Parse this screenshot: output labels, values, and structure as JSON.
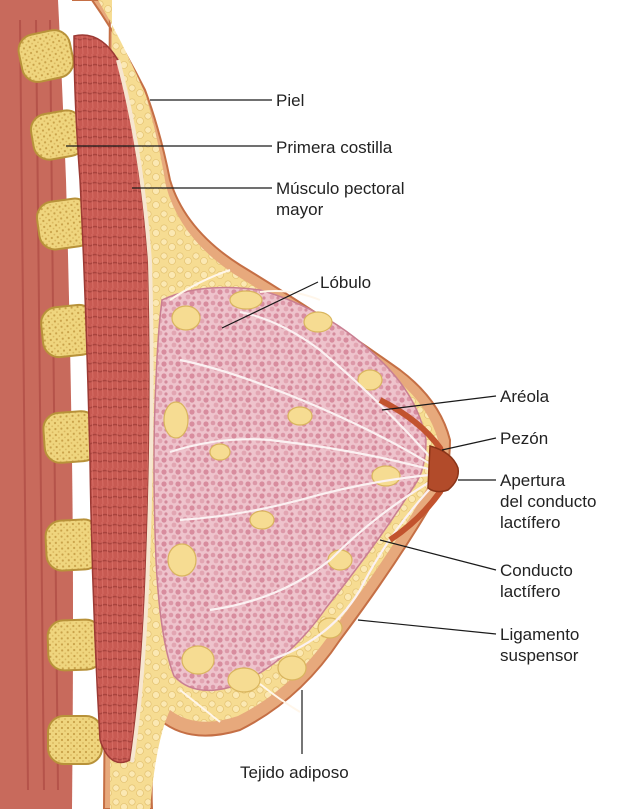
{
  "labels": {
    "piel": "Piel",
    "primera_costilla": "Primera costilla",
    "musculo_pectoral_line1": "Músculo pectoral",
    "musculo_pectoral_line2": "mayor",
    "lobulo": "Lóbulo",
    "areola": "Aréola",
    "pezon": "Pezón",
    "apertura_line1": "Apertura",
    "apertura_line2": "del conducto",
    "apertura_line3": "lactífero",
    "conducto_line1": "Conducto",
    "conducto_line2": "lactífero",
    "ligamento_line1": "Ligamento",
    "ligamento_line2": "suspensor",
    "tejido_adiposo": "Tejido adiposo"
  },
  "colors": {
    "skin": "#e7a97c",
    "skin_edge": "#c56f45",
    "fat": "#f6dc92",
    "fat_edge": "#d9b55e",
    "muscle": "#c85a52",
    "muscle_dark": "#9c3a34",
    "gland": "#eec3cc",
    "lobule": "#d98fa0",
    "duct": "#fbf1f2",
    "rib": "#efd57e",
    "rib_edge": "#b8923a",
    "areola": "#c2532e"
  }
}
